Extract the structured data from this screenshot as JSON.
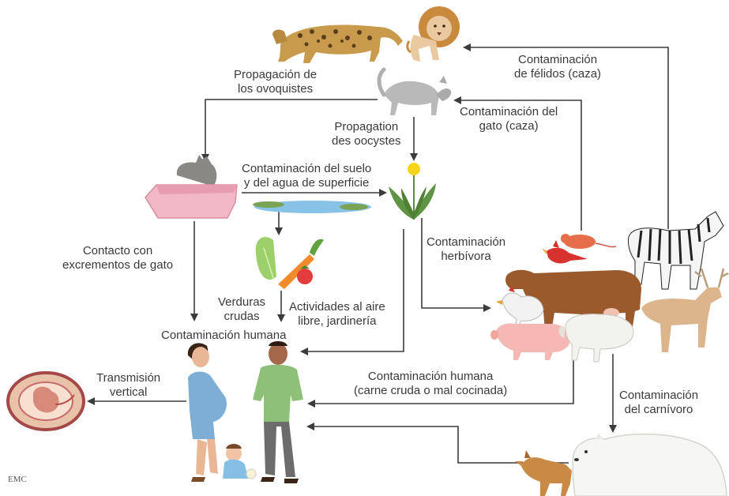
{
  "labels": {
    "propagacion_ovoquistes": "Propagación de\nlos ovoquistes",
    "propagation_oocystes": "Propagation\ndes oocystes",
    "contaminacion_felidos": "Contaminación\nde félidos (caza)",
    "contaminacion_gato": "Contaminación del\ngato (caza)",
    "contaminacion_suelo": "Contaminación del suelo\ny del agua de superficie",
    "contacto_excrementos": "Contacto con\nexcrementos de gato",
    "contaminacion_herbivora": "Contaminación\nherbívora",
    "verduras_crudas": "Verduras\ncrudas",
    "actividades_aire": "Actividades al aire\nlibre, jardinería",
    "contaminacion_humana": "Contaminación humana",
    "contaminacion_humana_carne": "Contaminación humana\n(carne cruda o mal cocinada)",
    "transmision_vertical": "Transmisión\nvertical",
    "contaminacion_carnivoro": "Contaminación\ndel carnívoro"
  },
  "credit": "EMC",
  "icons": [
    "jaguar-icon",
    "lion-icon",
    "cat-icon",
    "litter-box-icon",
    "pond-icon",
    "dandelion-icon",
    "vegetables-icon",
    "rat-icon",
    "bird-icon",
    "zebra-icon",
    "cow-icon",
    "chicken-icon",
    "pig-icon",
    "sheep-icon",
    "deer-icon",
    "woman-icon",
    "man-icon",
    "baby-icon",
    "fetus-icon",
    "fox-icon",
    "polar-bear-icon"
  ],
  "colors": {
    "arrow": "#3c3c3c",
    "text": "#3a3a3a"
  }
}
